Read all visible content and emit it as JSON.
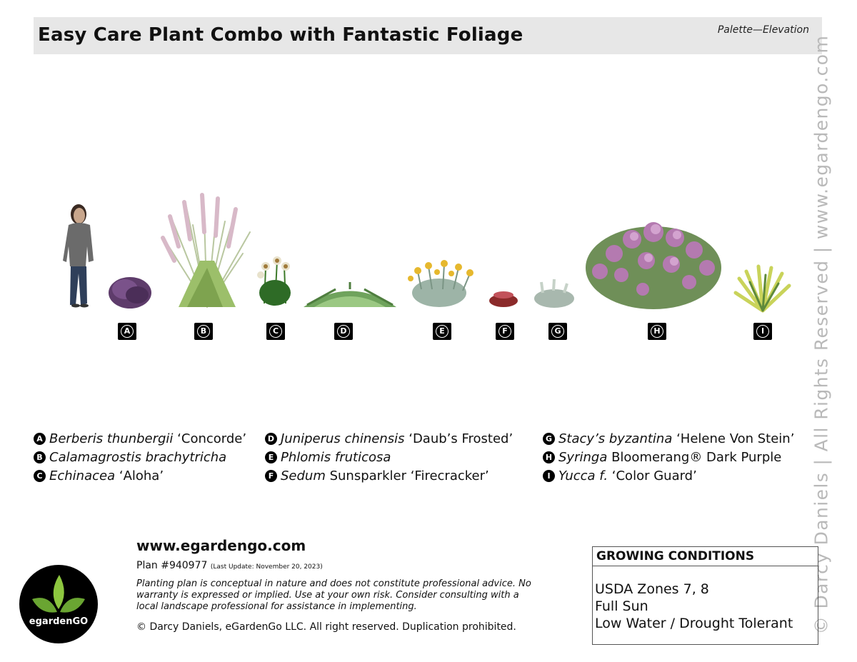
{
  "header": {
    "title": "Easy Care Plant Combo with Fantastic Foliage",
    "subtitle": "Palette—Elevation"
  },
  "watermark": "© Darcy Daniels  |  All Rights Reserved  |  www.egardengo.com",
  "markers": [
    "A",
    "B",
    "C",
    "D",
    "E",
    "F",
    "G",
    "H",
    "I"
  ],
  "legend": {
    "col1": [
      {
        "badge": "A",
        "italic": "Berberis thunbergii",
        "plain": " ‘Concorde’"
      },
      {
        "badge": "B",
        "italic": "Calamagrostis brachytricha",
        "plain": ""
      },
      {
        "badge": "C",
        "italic": "Echinacea",
        "plain": " ‘Aloha’"
      }
    ],
    "col2": [
      {
        "badge": "D",
        "italic": "Juniperus chinensis",
        "plain": " ‘Daub’s Frosted’"
      },
      {
        "badge": "E",
        "italic": "Phlomis fruticosa",
        "plain": ""
      },
      {
        "badge": "F",
        "italic": "Sedum",
        "plain": " Sunsparkler ‘Firecracker’"
      }
    ],
    "col3": [
      {
        "badge": "G",
        "italic": "Stacy’s byzantina",
        "plain": " ‘Helene Von Stein’"
      },
      {
        "badge": "H",
        "italic": "Syringa",
        "plain": " Bloomerang® Dark Purple"
      },
      {
        "badge": "I",
        "italic": "Yucca f.",
        "plain": " ‘Color Guard’"
      }
    ]
  },
  "footer": {
    "url": "www.egardengo.com",
    "plan": "Plan #940977",
    "last_update": "(Last Update: November 20, 2023)",
    "disclaimer": "Planting plan is conceptual in nature and does not constitute professional advice. No warranty is expressed or implied. Use at your own risk. Consider consulting with a local landscape professional for assistance in implementing.",
    "copyright": "© Darcy Daniels, eGardenGo LLC. All right reserved. Duplication prohibited."
  },
  "logo": {
    "text": "egardenGO"
  },
  "conditions": {
    "heading": "GROWING CONDITIONS",
    "lines": [
      "USDA Zones 7, 8",
      "Full Sun",
      "Low Water / Drought Tolerant"
    ]
  },
  "colors": {
    "title_bar": "#e7e7e7",
    "watermark": "#b9b9b9",
    "marker": "#000000",
    "logo_green": "#8dc63f"
  }
}
